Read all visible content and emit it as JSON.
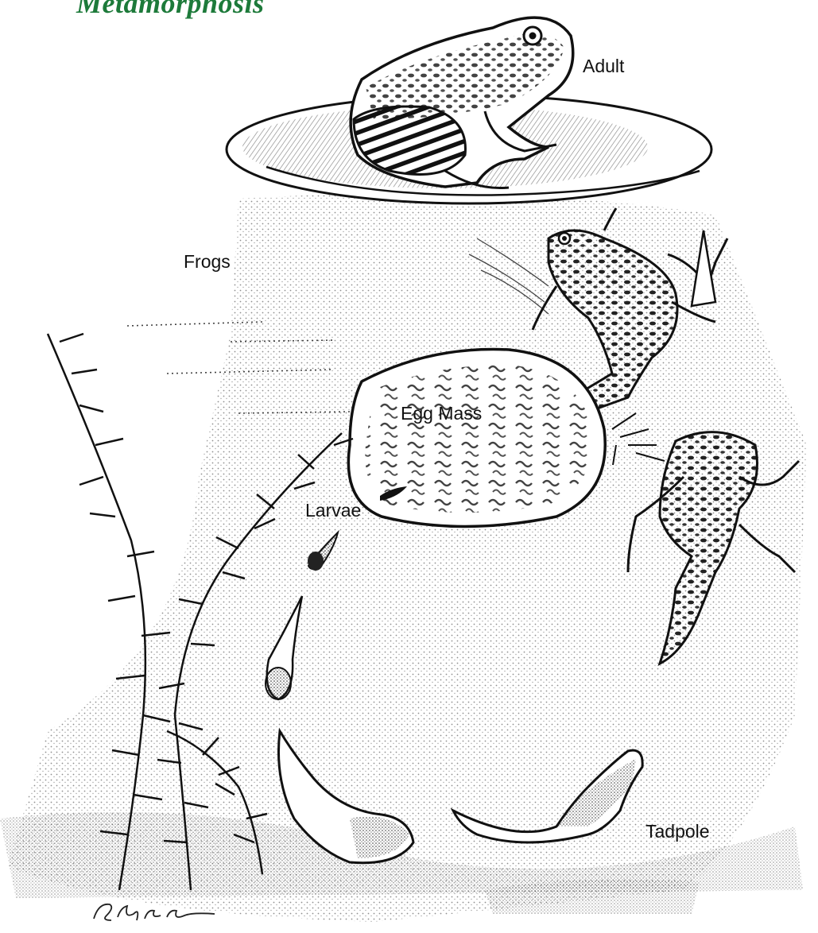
{
  "title": "Metamorphosis",
  "labels": {
    "adult": "Adult",
    "frogs": "Frogs",
    "egg_mass": "Egg Mass",
    "larvae": "Larvae",
    "tadpole": "Tadpole"
  },
  "signature": "G. Palamish",
  "colors": {
    "title": "#1d7a3a",
    "ink": "#111111",
    "paper": "#ffffff"
  }
}
